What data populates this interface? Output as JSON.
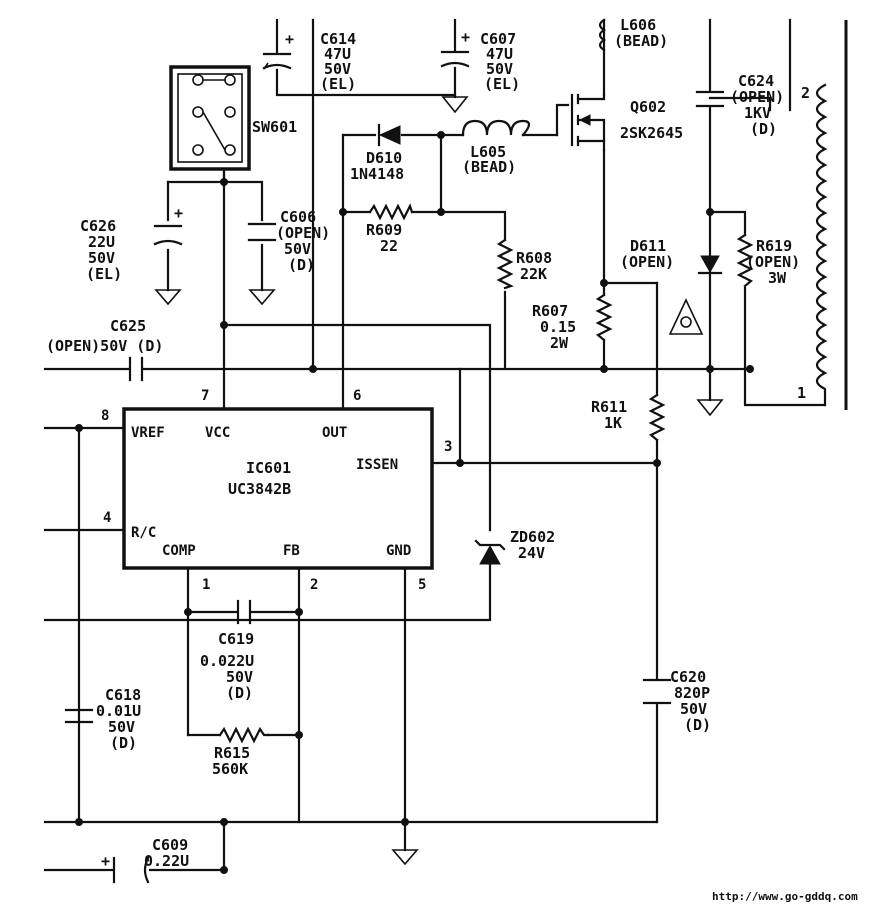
{
  "ic": {
    "ref": "IC601",
    "part": "UC3842B",
    "pins": {
      "vref": "VREF",
      "vcc": "VCC",
      "out": "OUT",
      "issen": "ISSEN",
      "rc": "R/C",
      "comp": "COMP",
      "fb": "FB",
      "gnd": "GND",
      "p1": "1",
      "p2": "2",
      "p3": "3",
      "p4": "4",
      "p5": "5",
      "p6": "6",
      "p7": "7",
      "p8": "8"
    }
  },
  "components": {
    "c614": [
      "C614",
      "47U",
      "50V",
      "(EL)"
    ],
    "c607": [
      "C607",
      "47U",
      "50V",
      "(EL)"
    ],
    "l606": [
      "L606",
      "(BEAD)"
    ],
    "sw601": [
      "SW601"
    ],
    "q602": [
      "Q602",
      "2SK2645"
    ],
    "c624": [
      "C624",
      "(OPEN)",
      "1KV",
      "(D)"
    ],
    "d610": [
      "D610",
      "1N4148"
    ],
    "l605": [
      "L605",
      "(BEAD)"
    ],
    "c626": [
      "C626",
      "22U",
      "50V",
      "(EL)"
    ],
    "c606": [
      "C606",
      "(OPEN)",
      "50V",
      "(D)"
    ],
    "r609": [
      "R609",
      "22"
    ],
    "r608": [
      "R608",
      "22K"
    ],
    "d611": [
      "D611",
      "(OPEN)"
    ],
    "r619": [
      "R619",
      "(OPEN)",
      "3W"
    ],
    "c625": [
      "C625",
      "(OPEN)50V (D)"
    ],
    "r607": [
      "R607",
      "0.15",
      "2W"
    ],
    "r611": [
      "R611",
      "1K"
    ],
    "zd602": [
      "ZD602",
      "24V"
    ],
    "c619": [
      "C619",
      "0.022U",
      "50V",
      "(D)"
    ],
    "c618": [
      "C618",
      "0.01U",
      "50V",
      "(D)"
    ],
    "c620": [
      "C620",
      "820P",
      "50V",
      "(D)"
    ],
    "r615": [
      "R615",
      "560K"
    ],
    "c609": [
      "C609",
      "0.22U"
    ]
  },
  "transformer_pins": {
    "top": "2",
    "bottom": "1"
  },
  "watermark": "http://www.go-gddq.com"
}
